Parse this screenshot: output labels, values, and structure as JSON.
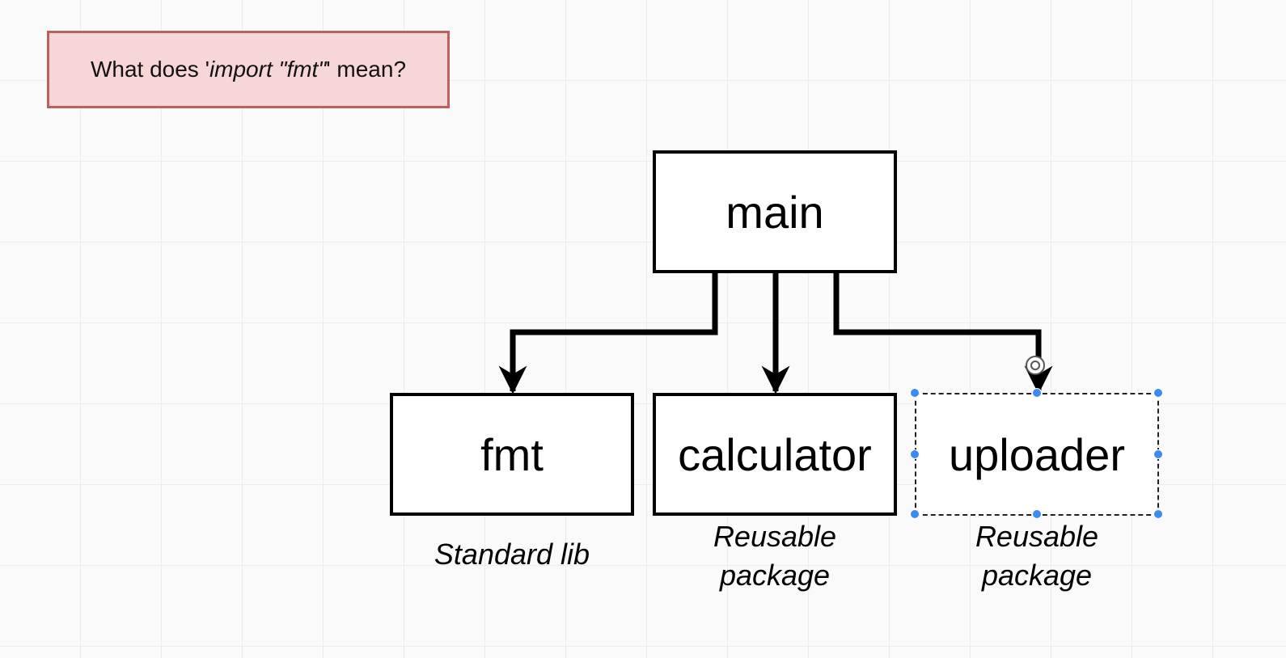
{
  "question": {
    "prefix": "What does '",
    "code": "import \"fmt\"",
    "suffix": "' mean?"
  },
  "nodes": {
    "main": "main",
    "fmt": "fmt",
    "calculator": "calculator",
    "uploader": "uploader"
  },
  "captions": {
    "fmt": "Standard lib",
    "calculator_line1": "Reusable",
    "calculator_line2": "package",
    "uploader_line1": "Reusable",
    "uploader_line2": "package"
  },
  "colors": {
    "question_fill": "#f6d6d6",
    "question_border": "#b8615f",
    "selection_handle": "#3b8cf0"
  }
}
